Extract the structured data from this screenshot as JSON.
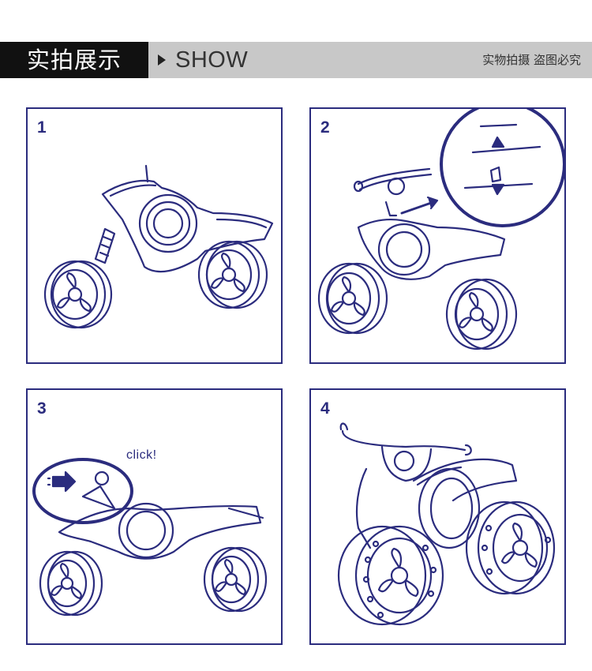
{
  "header": {
    "title": "实拍展示",
    "show_label": "SHOW",
    "notice": "实物拍摄  盗图必究"
  },
  "colors": {
    "ink": "#2b2c7e",
    "header_band": "#c8c8c8",
    "title_block": "#111111"
  },
  "panels": [
    {
      "number": "1"
    },
    {
      "number": "2"
    },
    {
      "number": "3",
      "callout": "click!"
    },
    {
      "number": "4"
    }
  ]
}
